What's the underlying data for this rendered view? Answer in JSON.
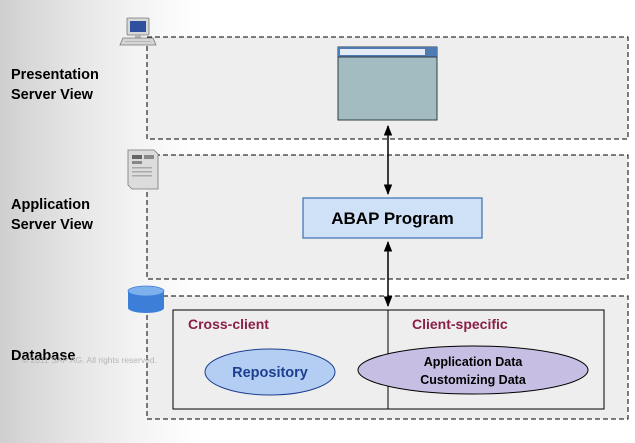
{
  "layers": {
    "presentation": {
      "label": "Presentation\nServer View"
    },
    "application": {
      "label": "Application\nServer View"
    },
    "database": {
      "label": "Database"
    }
  },
  "program": {
    "label": "ABAP Program"
  },
  "database_box": {
    "cross_client_label": "Cross-client",
    "client_specific_label": "Client-specific",
    "repository_label": "Repository",
    "app_data_label": "Application Data",
    "customizing_label": "Customizing Data"
  },
  "copyright": "© 2011 SAP AG. All rights reserved.",
  "icons": {
    "presentation": "computer-icon",
    "application": "server-icon",
    "database": "database-icon"
  },
  "colors": {
    "layer_fill": "#eeeeee",
    "window_fill": "#a3bcc2",
    "window_title": "#4f7bb3",
    "program_fill": "#cfe1f7",
    "program_border": "#3a6fb5",
    "section_label": "#8b1f47",
    "repository_fill": "#b3cdf3",
    "repository_text": "#1c3f8f",
    "appdata_fill": "#c7bfe3",
    "database_icon": "#3c7fd8"
  }
}
